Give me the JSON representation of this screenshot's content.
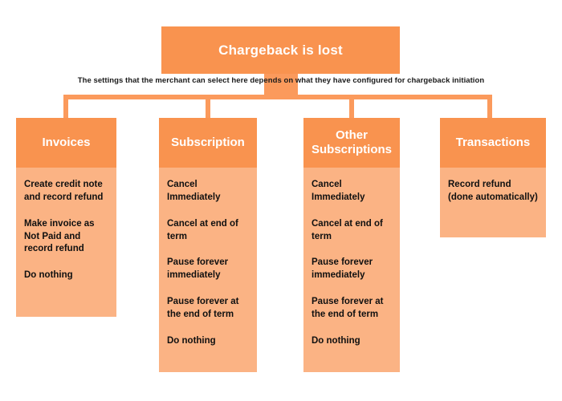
{
  "diagram": {
    "root": {
      "title": "Chargeback is lost"
    },
    "caption": "The settings that the merchant can select here depends on what they have configured for chargeback initiation",
    "colors": {
      "header": "#f9934f",
      "body": "#fbb384",
      "connector": "#fb9a5c",
      "header_text": "#ffffff",
      "body_text": "#101010",
      "background": "#ffffff"
    },
    "columns": [
      {
        "header": "Invoices",
        "options": [
          "Create credit note and record refund",
          "Make invoice as Not Paid and record refund",
          "Do nothing"
        ]
      },
      {
        "header": "Subscription",
        "options": [
          "Cancel Immediately",
          "Cancel at end of term",
          "Pause forever immediately",
          "Pause forever at the end of term",
          "Do nothing"
        ]
      },
      {
        "header": "Other Subscriptions",
        "options": [
          "Cancel Immediately",
          "Cancel at end of term",
          "Pause forever immediately",
          "Pause forever at the end of term",
          "Do nothing"
        ]
      },
      {
        "header": "Transactions",
        "options": [
          "Record refund (done automatically)"
        ]
      }
    ]
  }
}
